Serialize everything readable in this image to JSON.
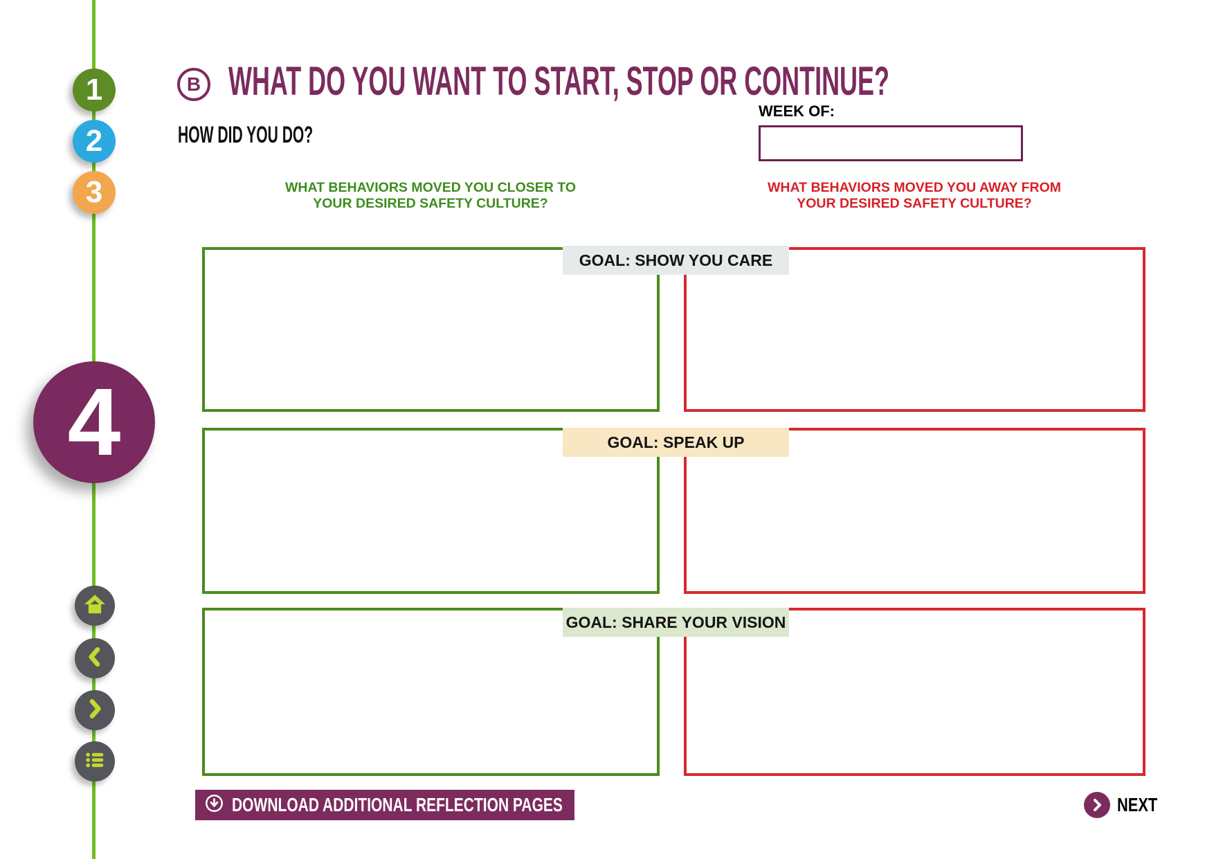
{
  "colors": {
    "accent_purple": "#7C2B5D",
    "timeline_green": "#6FBE26",
    "box_green_border": "#4A8B1E",
    "box_red_border": "#D62A2E",
    "heading_green": "#3E8C1E",
    "heading_red": "#D81F26",
    "nav_circle_gray": "#54565B",
    "nav_icon_lime": "#C3D832"
  },
  "stepper": {
    "steps": [
      {
        "label": "1",
        "color": "#5D8B25"
      },
      {
        "label": "2",
        "color": "#2CA9E1"
      },
      {
        "label": "3",
        "color": "#F2A74E"
      },
      {
        "label": "4",
        "color": "#7A2A5E"
      }
    ]
  },
  "header": {
    "badge": "B",
    "title": "WHAT DO YOU WANT TO START, STOP OR CONTINUE?",
    "subtitle": "HOW DID YOU DO?",
    "week_of_label": "WEEK OF:",
    "week_of_value": ""
  },
  "columns": {
    "closer": {
      "line1": "WHAT BEHAVIORS MOVED YOU CLOSER TO",
      "line2": "YOUR DESIRED SAFETY CULTURE?"
    },
    "away": {
      "line1": "WHAT BEHAVIORS MOVED YOU AWAY FROM",
      "line2": "YOUR DESIRED SAFETY CULTURE?"
    }
  },
  "goals": [
    {
      "label": "GOAL: SHOW YOU CARE",
      "bg": "#E7EAEA"
    },
    {
      "label": "GOAL: SPEAK UP",
      "bg": "#F8E7C2"
    },
    {
      "label": "GOAL: SHARE YOUR VISION",
      "bg": "#DCE8CE"
    }
  ],
  "footer": {
    "download_label": "DOWNLOAD ADDITIONAL REFLECTION PAGES",
    "next_label": "NEXT"
  }
}
